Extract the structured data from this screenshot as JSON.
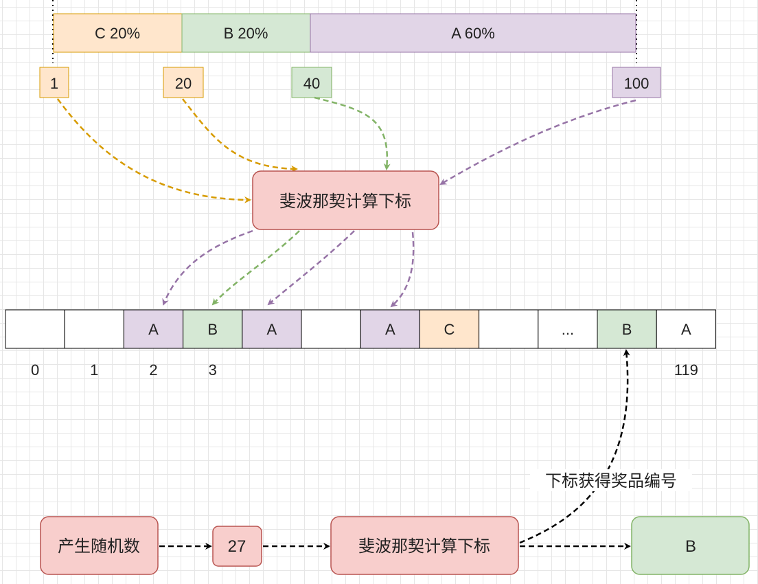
{
  "colors": {
    "orange_fill": "#ffe6cc",
    "orange_stroke": "#d79b00",
    "green_fill": "#d5e8d4",
    "green_stroke": "#82b366",
    "purple_fill": "#e1d5e7",
    "purple_stroke": "#9673a6",
    "red_fill": "#f8cecc",
    "red_stroke": "#b85450",
    "white_fill": "#ffffff",
    "black": "#000000"
  },
  "probability_bar": [
    {
      "label": "C 20%",
      "color": "orange"
    },
    {
      "label": "B 20%",
      "color": "green"
    },
    {
      "label": "A 60%",
      "color": "purple"
    }
  ],
  "boundary_markers": [
    {
      "label": "1",
      "color": "orange"
    },
    {
      "label": "20",
      "color": "orange"
    },
    {
      "label": "40",
      "color": "green"
    },
    {
      "label": "100",
      "color": "purple"
    }
  ],
  "fib_box_label": "斐波那契计算下标",
  "array_cells": [
    {
      "label": "",
      "color": "white"
    },
    {
      "label": "",
      "color": "white"
    },
    {
      "label": "A",
      "color": "purple"
    },
    {
      "label": "B",
      "color": "green"
    },
    {
      "label": "A",
      "color": "purple"
    },
    {
      "label": "",
      "color": "white"
    },
    {
      "label": "A",
      "color": "purple"
    },
    {
      "label": "C",
      "color": "orange"
    },
    {
      "label": "",
      "color": "white"
    },
    {
      "label": "...",
      "color": "white"
    },
    {
      "label": "B",
      "color": "green"
    },
    {
      "label": "A",
      "color": "white"
    }
  ],
  "array_indices": [
    {
      "label": "0",
      "cell": 0
    },
    {
      "label": "1",
      "cell": 1
    },
    {
      "label": "2",
      "cell": 2
    },
    {
      "label": "3",
      "cell": 3
    },
    {
      "label": "119",
      "cell": 11
    }
  ],
  "flow": {
    "random_label": "产生随机数",
    "number_label": "27",
    "fib_label": "斐波那契计算下标",
    "result_label": "B",
    "edge_label": "下标获得奖品编号"
  }
}
